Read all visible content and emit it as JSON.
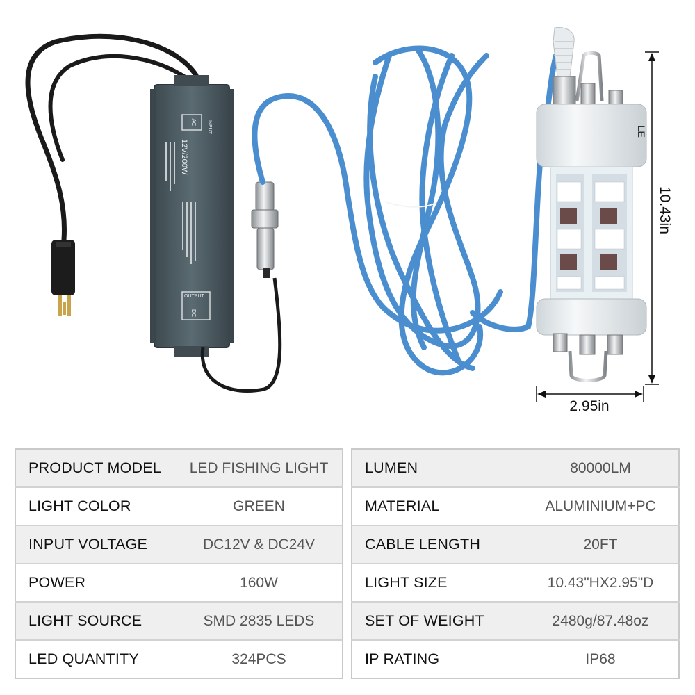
{
  "dimensions": {
    "height": "10.43in",
    "width": "2.95in"
  },
  "driver_label": {
    "rating": "12V/200W",
    "input": "INPUT",
    "ac": "AC",
    "output": "OUTPUT",
    "dc": "DC",
    "brand_partial": "LE"
  },
  "specs_left": [
    {
      "key": "PRODUCT MODEL",
      "value": "LED FISHING LIGHT"
    },
    {
      "key": "LIGHT COLOR",
      "value": "GREEN"
    },
    {
      "key": "INPUT VOLTAGE",
      "value": "DC12V & DC24V"
    },
    {
      "key": "POWER",
      "value": "160W"
    },
    {
      "key": "LIGHT SOURCE",
      "value": "SMD 2835 LEDS"
    },
    {
      "key": "LED QUANTITY",
      "value": "324PCS"
    }
  ],
  "specs_right": [
    {
      "key": "LUMEN",
      "value": "80000LM"
    },
    {
      "key": "MATERIAL",
      "value": "ALUMINIUM+PC"
    },
    {
      "key": "CABLE LENGTH",
      "value": "20FT"
    },
    {
      "key": "LIGHT SIZE",
      "value": "10.43\"HX2.95\"D"
    },
    {
      "key": "SET OF WEIGHT",
      "value": "2480g/87.48oz"
    },
    {
      "key": "IP RATING",
      "value": "IP68"
    }
  ],
  "colors": {
    "cable_blue": "#4a8ed0",
    "driver_body": "#4f5f66",
    "power_cord": "#1a1a1a",
    "lamp_housing": "#e6ecef"
  }
}
